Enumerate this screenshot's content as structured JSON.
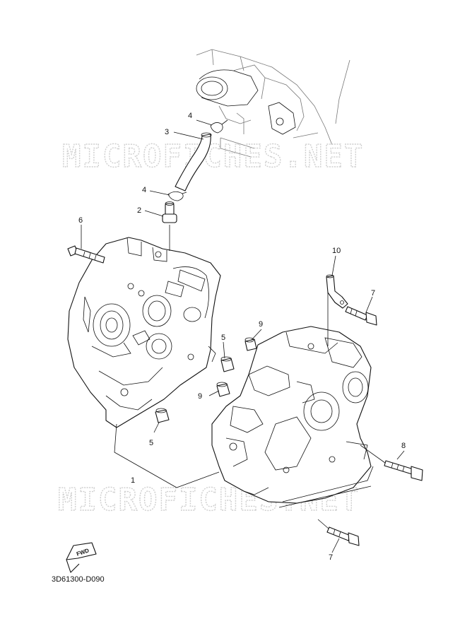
{
  "watermark": "MICROFICHES.NET",
  "diagram_code": "3D61300-D090",
  "fwd_label": "FWD",
  "callouts": {
    "c1": "1",
    "c2": "2",
    "c3": "3",
    "c4a": "4",
    "c4b": "4",
    "c5a": "5",
    "c5b": "5",
    "c6": "6",
    "c7a": "7",
    "c7b": "7",
    "c8": "8",
    "c9a": "9",
    "c9b": "9",
    "c10": "10"
  }
}
